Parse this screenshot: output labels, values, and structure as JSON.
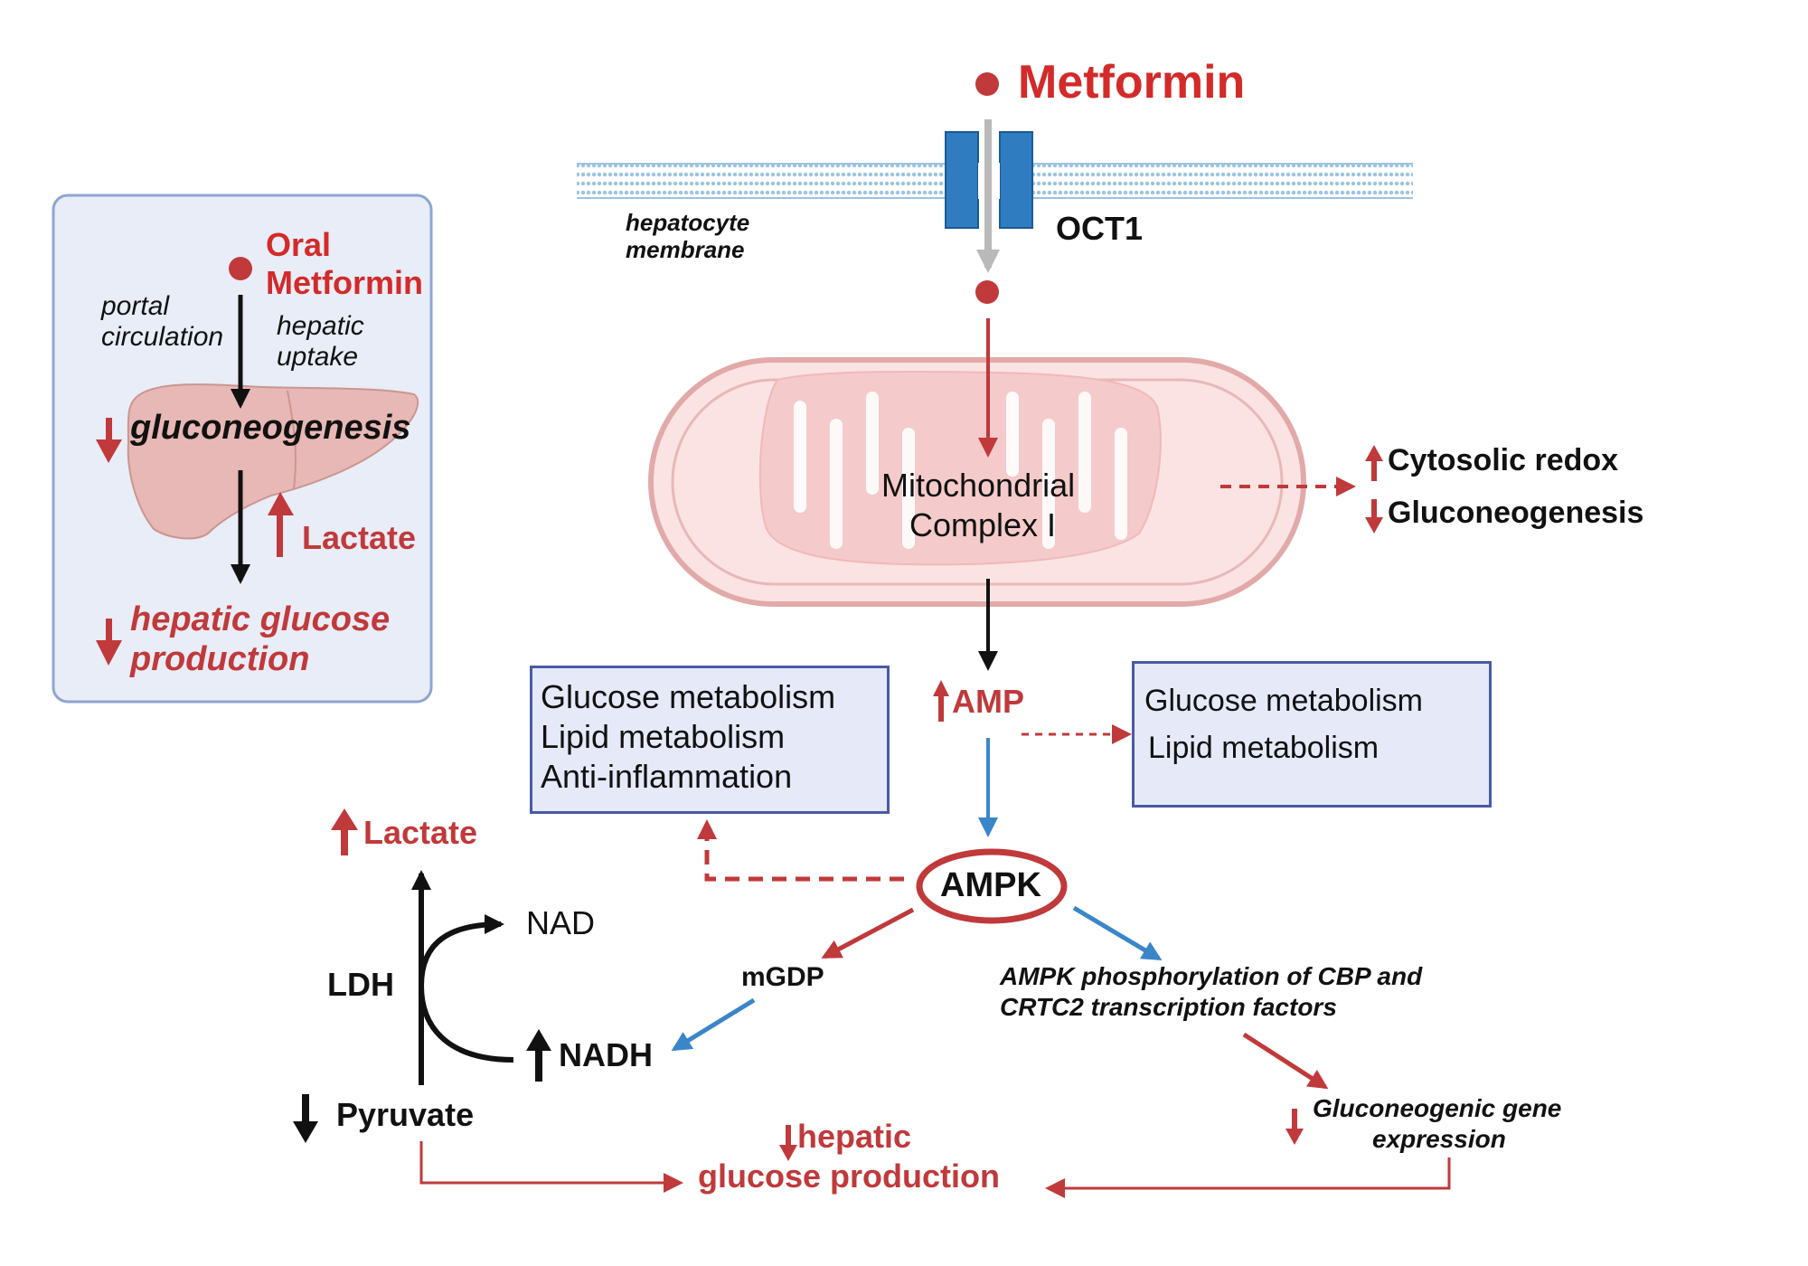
{
  "drug": {
    "title": "Metformin"
  },
  "membrane": {
    "label_line1": "hepatocyte",
    "label_line2": "membrane",
    "transporter": "OCT1"
  },
  "inset": {
    "oral_line1": "Oral",
    "oral_line2": "Metformin",
    "portal_line1": "portal",
    "portal_line2": "circulation",
    "uptake_line1": "hepatic",
    "uptake_line2": "uptake",
    "gluconeogenesis": "gluconeogenesis",
    "lactate": "Lactate",
    "hgp_line1": "hepatic glucose",
    "hgp_line2": "production"
  },
  "mito": {
    "line1": "Mitochondrial",
    "line2": "Complex I"
  },
  "redox": {
    "cytosolic": "Cytosolic redox",
    "gluconeogenesis": "Gluconeogenesis"
  },
  "amp": "AMP",
  "ampk": "AMPK",
  "left_box": {
    "line1": "Glucose metabolism",
    "line2": "Lipid metabolism",
    "line3": "Anti-inflammation"
  },
  "right_box": {
    "line1": "Glucose metabolism",
    "line2": "Lipid metabolism"
  },
  "ldh": {
    "lactate": "Lactate",
    "ldh": "LDH",
    "nad": "NAD",
    "nadh": "NADH",
    "pyruvate": "Pyruvate"
  },
  "mgdp": "mGDP",
  "phospho": {
    "line1": "AMPK phosphorylation of CBP and",
    "line2": "CRTC2 transcription factors"
  },
  "gene": {
    "line1": "Gluconeogenic gene",
    "line2": "expression"
  },
  "hgp_bottom": {
    "line1": "hepatic",
    "line2": "glucose production"
  },
  "colors": {
    "red": "#d32a2a",
    "dark_red": "#c0393b",
    "blue": "#3a86c8",
    "box_fill": "#e6e9f8",
    "box_border": "#4a5aa5",
    "inset_fill": "#e8edf7",
    "inset_border": "#8fa5d0",
    "mito_fill": "#fbe3e3"
  }
}
